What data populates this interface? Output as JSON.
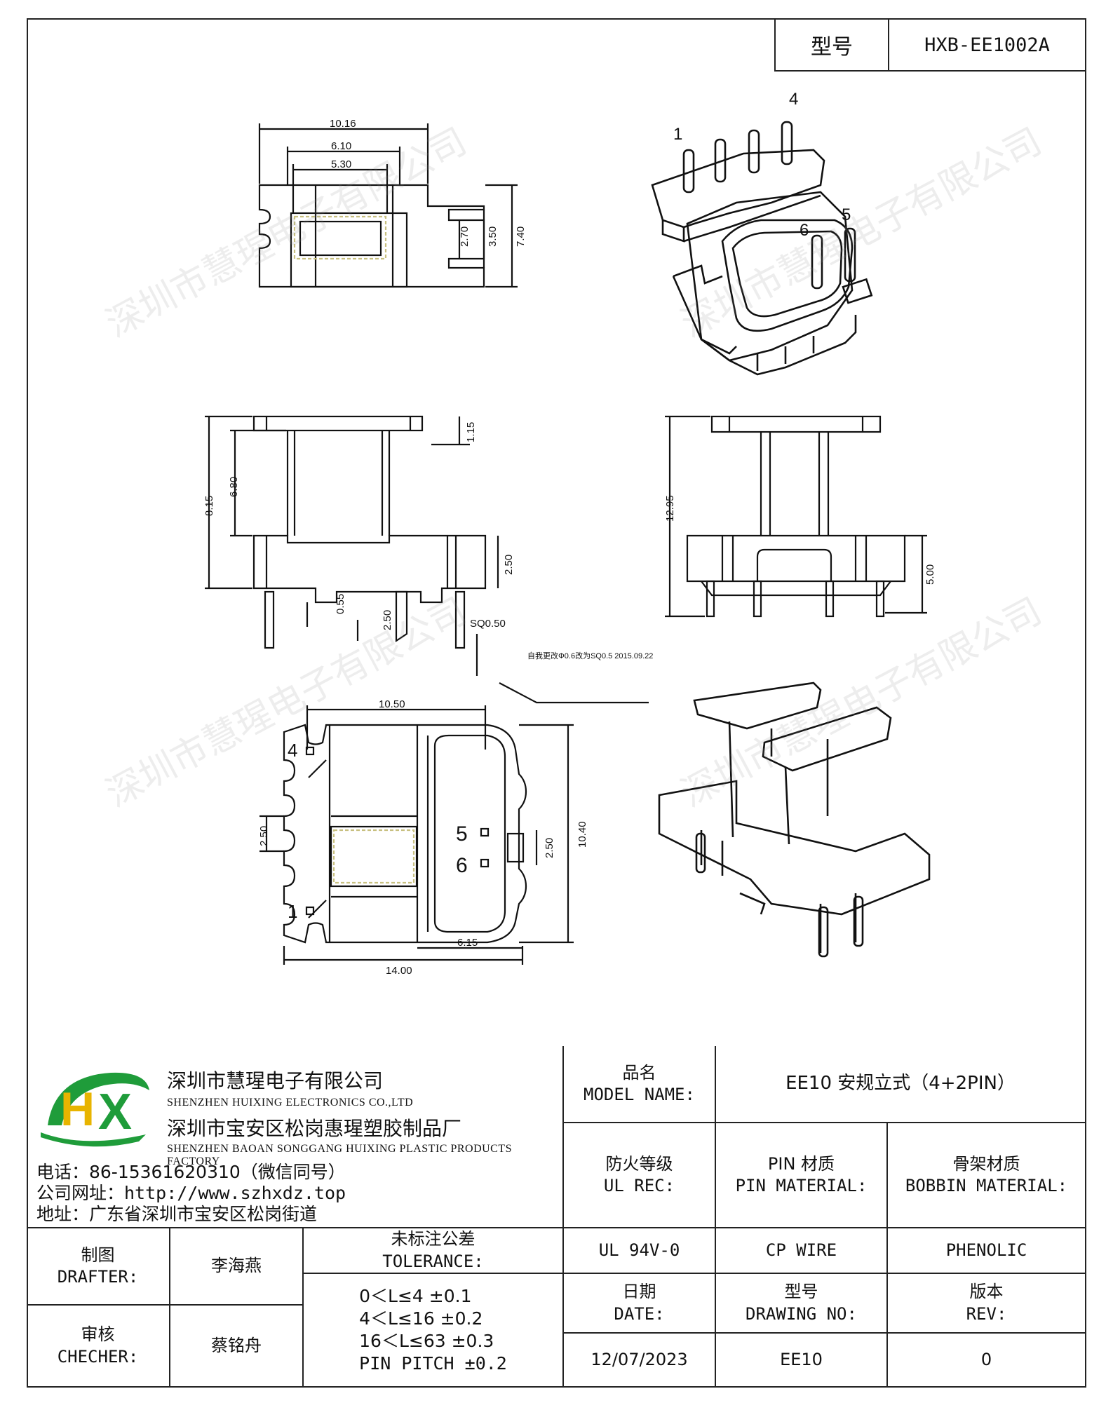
{
  "header": {
    "model_label": "型号",
    "model_value": "HXB-EE1002A"
  },
  "drawing": {
    "top_view": {
      "dims": [
        "10.16",
        "6.10",
        "5.30",
        "2.70",
        "3.50",
        "7.40"
      ]
    },
    "front_view": {
      "dims": [
        "8.15",
        "6.80",
        "1.15",
        "2.50",
        "0.55",
        "2.50",
        "SQ0.50"
      ],
      "note": "自我更改Φ0.6改为SQ0.5 2015.09.22"
    },
    "side_view": {
      "dims": [
        "12.95",
        "5.00"
      ]
    },
    "bottom_view": {
      "dims": [
        "10.50",
        "2.50",
        "2.50",
        "10.40",
        "14.00",
        "6.15"
      ]
    },
    "pin_labels": [
      "1",
      "4",
      "5",
      "6"
    ],
    "watermark": "深圳市慧瑆电子有限公司"
  },
  "company": {
    "name_cn": "深圳市慧瑆电子有限公司",
    "name_en": "SHENZHEN HUIXING ELECTRONICS CO.,LTD",
    "factory_cn": "深圳市宝安区松岗惠瑆塑胶制品厂",
    "factory_en": "SHENZHEN BAOAN SONGGANG HUIXING PLASTIC PRODUCTS FACTORY",
    "phone": "电话：86-15361620310（微信同号）",
    "website": "公司网址：http://www.szhxdz.top",
    "address": "地址：广东省深圳市宝安区松岗街道",
    "logo_text": "HX"
  },
  "title_block": {
    "model_name_label_cn": "品名",
    "model_name_label_en": "MODEL NAME:",
    "model_name_value": "EE10 安规立式（4+2PIN）",
    "ul_label_cn": "防火等级",
    "ul_label_en": "UL REC:",
    "pin_label_cn": "PIN 材质",
    "pin_label_en": "PIN MATERIAL:",
    "bobbin_label_cn": "骨架材质",
    "bobbin_label_en": "BOBBIN MATERIAL:",
    "ul_value": "UL 94V-0",
    "pin_value": "CP WIRE",
    "bobbin_value": "PHENOLIC",
    "drafter_label_cn": "制图",
    "drafter_label_en": "DRAFTER:",
    "drafter_name": "李海燕",
    "checker_label_cn": "审核",
    "checker_label_en": "CHECHER:",
    "checker_name": "蔡铭舟",
    "tolerance_label_cn": "未标注公差",
    "tolerance_label_en": "TOLERANCE:",
    "tolerances": [
      "0＜L≤4  ±0.1",
      "4＜L≤16 ±0.2",
      "16＜L≤63 ±0.3",
      "PIN PITCH ±0.2"
    ],
    "date_label_cn": "日期",
    "date_label_en": "DATE:",
    "date_value": "12/07/2023",
    "drawing_no_label_cn": "型号",
    "drawing_no_label_en": "DRAWING NO:",
    "drawing_no_value": "EE10",
    "rev_label_cn": "版本",
    "rev_label_en": "REV:",
    "rev_value": "0"
  }
}
